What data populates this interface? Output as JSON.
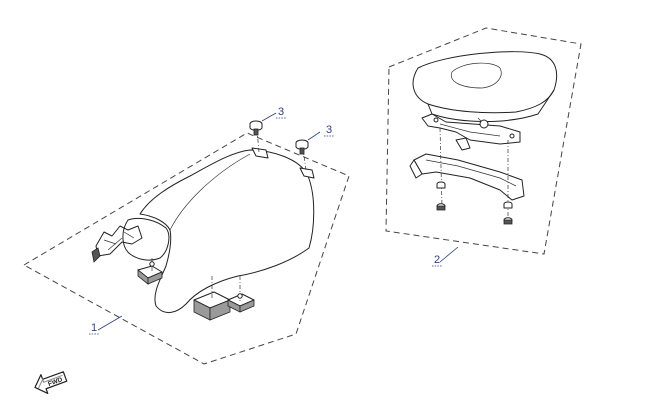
{
  "diagram": {
    "callouts": [
      {
        "id": "1",
        "label": "1"
      },
      {
        "id": "2",
        "label": "2"
      },
      {
        "id": "3a",
        "label": "3"
      },
      {
        "id": "3b",
        "label": "3"
      }
    ],
    "direction_arrow": {
      "label": "FWD",
      "icon": "front-direction-arrow-icon"
    }
  }
}
